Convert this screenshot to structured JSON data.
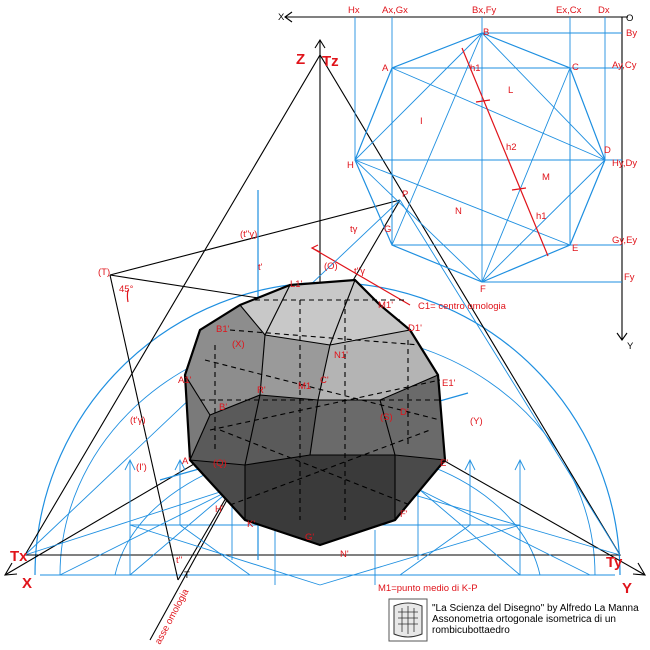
{
  "title_line1": "\"La Scienza del Disegno\" by Alfredo La Manna",
  "title_line2": "Assonometria ortogonale isometrica di un",
  "title_line3": "rombicubottaedro",
  "note": "M1=punto medio di K-P",
  "axis": {
    "X": "X",
    "Y": "Y",
    "Z": "Z",
    "Tx": "Tx",
    "Ty": "Ty",
    "Tz": "Tz",
    "x_small": "X",
    "y_small": "Y",
    "O": "O"
  },
  "plan_labels": {
    "top": [
      "Hx",
      "Ax,Gx",
      "Bx,Fy",
      "Ex,Cx",
      "Dx"
    ],
    "right": [
      "By",
      "Ay,Cy",
      "Hy,Dy",
      "Gy,Ey",
      "Fy"
    ],
    "vertices": [
      "A",
      "B",
      "C",
      "D",
      "E",
      "F",
      "G",
      "H"
    ],
    "inner": [
      "h1",
      "h2",
      "h1",
      "L",
      "I",
      "M",
      "N"
    ]
  },
  "homology": {
    "centre": "C1= centro omologia",
    "axis": "asse omologia",
    "t_gamma": "tγ",
    "t2_gamma": "t''γ",
    "t2_gamma_paren": "(t''γ)",
    "t1_gamma": "(t'γ)",
    "T": "(T)",
    "O": "(O)",
    "X": "(X)",
    "Y": "(Y)",
    "I": "(I')",
    "Q": "(Q)",
    "S": "(S)",
    "angle": "45°",
    "t_prime": "t'",
    "t1_prime": "t''",
    "P": "P",
    "T_small": "T"
  },
  "solid_labels": [
    "L1'",
    "M1'",
    "B1'",
    "D1'",
    "A1'",
    "E1'",
    "N1'",
    "R'",
    "M1",
    "C'",
    "D'",
    "B'",
    "A'",
    "H'",
    "G'",
    "F'",
    "E'",
    "N'",
    "K'"
  ]
}
